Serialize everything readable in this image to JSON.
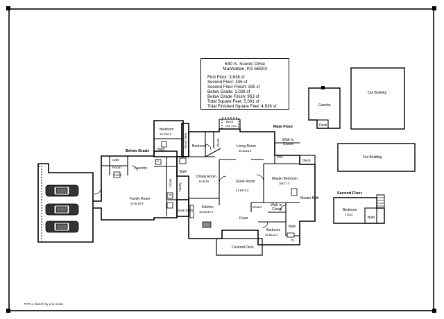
{
  "info": {
    "address": "630 S. Scenic Drive",
    "city": "Manhattan, KS 66503",
    "lines": [
      "First Floor: 3,638 sf",
      "Second Floor: 335 sf",
      "Second Floor Finish: 335 sf",
      "Below Grade: 1,028 sf",
      "Below Grade Finish: 953 sf",
      "Total Square Feet: 5,001 sf",
      "Total Finished Square Feet: 4,926 sf"
    ]
  },
  "floor_labels": {
    "main": "Main Floor",
    "below": "Below Grade",
    "second": "Second Floor"
  },
  "rooms": {
    "bedroom_upper": "Bedroom",
    "bedroom_upper_dim": "13.11x12",
    "bath_upper": "Bath",
    "bedroom_main": "Bedroom",
    "wood_deck": "Wood Deck",
    "closet_top": "Closet",
    "living_room": "Living Room",
    "living_dim": "25.3x15.4",
    "walk_in_top": "Walk In",
    "closet_wic": "Closet",
    "wic": "WIC",
    "deck_top": "Deck",
    "dim_closet": "Dim Clos",
    "deck_right": "Deck",
    "safe_room": "Safe",
    "safe_room2": "Room",
    "hvac": "HVAC",
    "laundry": "Laundry",
    "cl1": "CL",
    "bath_left": "Bath",
    "closet_mid": "Closet",
    "pantry": "Pantry",
    "dining_room": "Dining Room",
    "dining_dim": "14.9x10",
    "great_room": "Great Room",
    "great_dim": "21.6x21.6",
    "master_bedroom": "Master Bedroom",
    "master_dim": "18x17.3",
    "master_bath": "Master Bath",
    "family_room": "Family Room",
    "family_dim": "24.9x18.9",
    "kitchen": "Kitchen",
    "kitchen_dim": "19.10x17.7",
    "bath_half": "Bath (half)",
    "cl2": "CL",
    "closet_low": "Closet",
    "walk_in_low": "Walk In",
    "closet_low2": "Closet",
    "foyer": "Foyer",
    "bedroom_low": "Bedroom",
    "bedroom_low_dim": "12.6x12.4",
    "bath_low": "Bath",
    "cl3": "CL",
    "covered_deck": "Covered Deck",
    "gazebo": "Gazebo",
    "deck_gazebo": "Deck",
    "out_building_1": "Out Building",
    "out_building_2": "Out Building",
    "bedroom_second": "Bedroom",
    "bedroom_second_dim": "17x14",
    "bath_second": "Bath"
  },
  "footer": "TOTAL Sketch by a la mode"
}
